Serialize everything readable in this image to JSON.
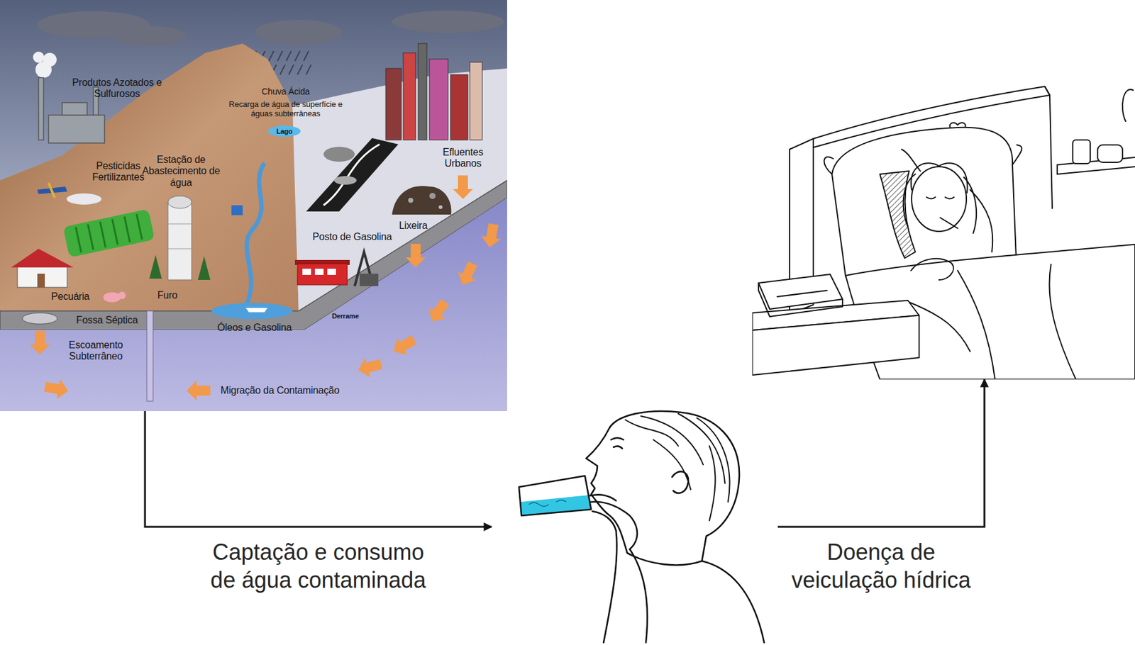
{
  "diagram": {
    "nodes": [
      {
        "text": [
          "Produtos Azotados e Sulfurosos",
          "Chuva Ácida",
          "Recarga de água de superfície e águas subterrâneas",
          "Lago",
          "Pesticidas Fertilizantes",
          "Estação de Abastecimento de água",
          "Efluentes Urbanos",
          "Lixeira",
          "Posto de Gasolina",
          "Pecuária",
          "Furo",
          "Fossa Séptica",
          "Escoamento Subterrâneo",
          "Óleos e Gasolina",
          "Derrame",
          "Migração da Contaminação"
        ]
      },
      {
        "text": []
      },
      {
        "text": []
      }
    ],
    "edges": [
      {
        "from": 0,
        "to": 1,
        "arrow": "to",
        "label": "Captação e consumo de água contaminada"
      },
      {
        "from": 1,
        "to": 2,
        "arrow": "to",
        "label": "Doença de veiculação hídrica"
      }
    ]
  }
}
